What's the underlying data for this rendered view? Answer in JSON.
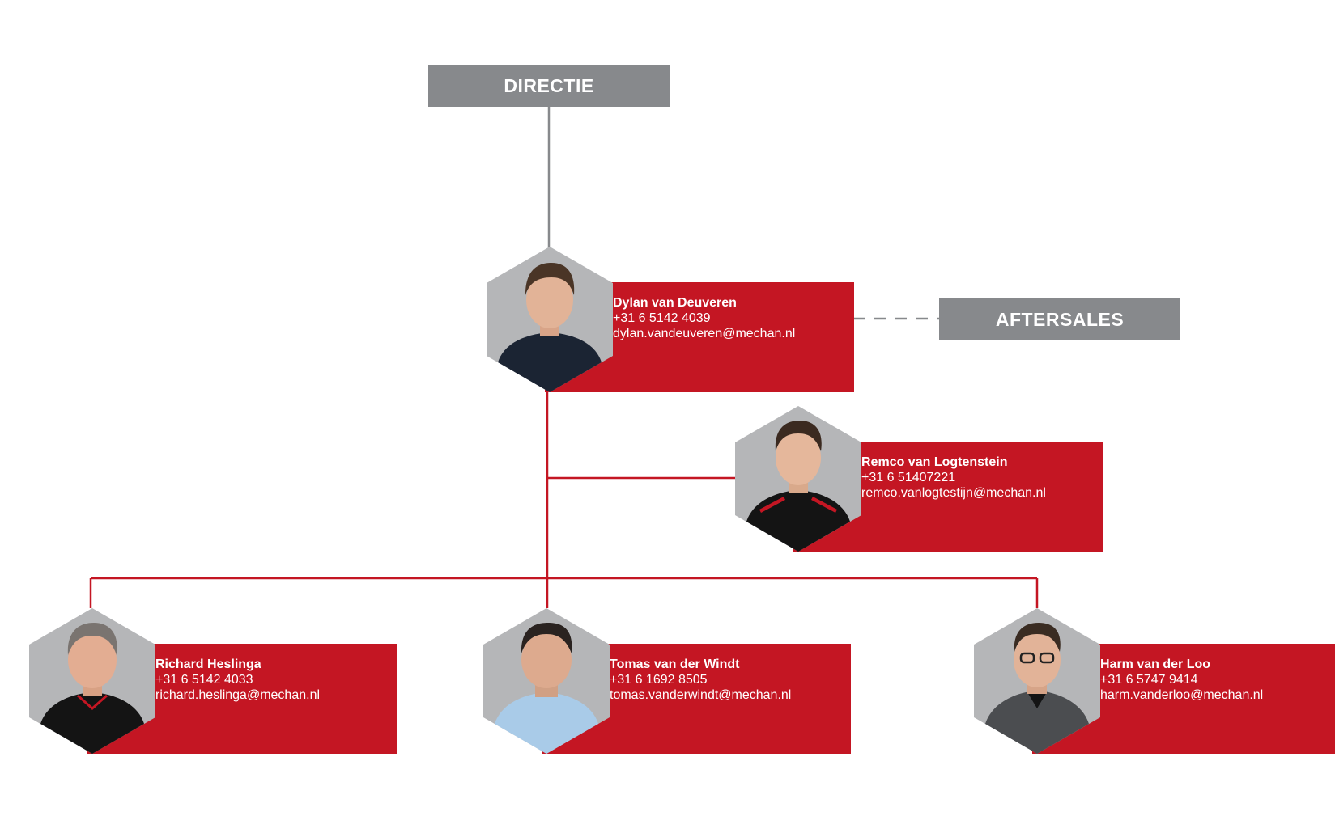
{
  "colors": {
    "red": "#c41623",
    "gray": "#87898c",
    "photo_bg": "#b5b6b8"
  },
  "departments": {
    "directie": "DIRECTIE",
    "aftersales": "AFTERSALES"
  },
  "people": {
    "dylan": {
      "name": "Dylan van Deuveren",
      "phone": "+31 6 5142 4039",
      "email": "dylan.vandeuveren@mechan.nl",
      "photo": "portrait-photo-dark-shirt"
    },
    "remco": {
      "name": "Remco van Logtenstein",
      "phone": "+31 6 51407221",
      "email": "remco.vanlogtestijn@mechan.nl",
      "photo": "portrait-photo-black-polo"
    },
    "richard": {
      "name": "Richard Heslinga",
      "phone": "+31 6 5142 4033",
      "email": "richard.heslinga@mechan.nl",
      "photo": "portrait-photo-black-polo"
    },
    "tomas": {
      "name": "Tomas van der Windt",
      "phone": "+31 6 1692 8505",
      "email": "tomas.vanderwindt@mechan.nl",
      "photo": "portrait-photo-light-blue-shirt"
    },
    "harm": {
      "name": "Harm van der Loo",
      "phone": "+31 6 5747 9414",
      "email": "harm.vanderloo@mechan.nl",
      "photo": "portrait-photo-grey-vest"
    }
  }
}
